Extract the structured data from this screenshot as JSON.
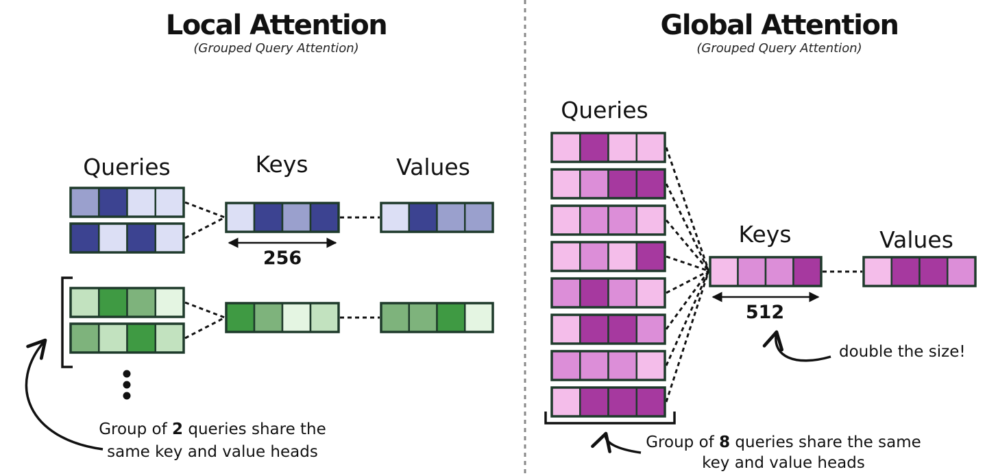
{
  "colors": {
    "blue": [
      "#dcdff5",
      "#9aa0cd",
      "#3c4391"
    ],
    "green": [
      "#e4f5e2",
      "#c2e2bf",
      "#7eb37c",
      "#3f9a43"
    ],
    "pink": [
      "#f4bdea",
      "#dc8ed8",
      "#a6399f"
    ],
    "border": "#1e3a2b",
    "divider": "#888888"
  },
  "local": {
    "title": "Local Attention",
    "subtitle": "(Grouped Query Attention)",
    "queries_label": "Queries",
    "keys_label": "Keys",
    "values_label": "Values",
    "key_size": "256",
    "note": {
      "pre": "Group of ",
      "num": "2",
      "post": " queries share the",
      "line2": "same key and value heads"
    },
    "groups": [
      {
        "palette": "blue",
        "queries": [
          [
            1,
            2,
            0,
            0
          ],
          [
            2,
            0,
            2,
            0
          ]
        ],
        "key": [
          0,
          2,
          1,
          2
        ],
        "value": [
          0,
          2,
          1,
          1
        ]
      },
      {
        "palette": "green",
        "queries": [
          [
            1,
            3,
            2,
            0
          ],
          [
            2,
            1,
            3,
            1
          ]
        ],
        "key": [
          3,
          2,
          0,
          1
        ],
        "value": [
          2,
          2,
          3,
          0
        ]
      }
    ]
  },
  "global": {
    "title": "Global Attention",
    "subtitle": "(Grouped Query Attention)",
    "queries_label": "Queries",
    "keys_label": "Keys",
    "values_label": "Values",
    "key_size": "512",
    "size_note": "double the size!",
    "note": {
      "pre": "Group of ",
      "num": "8",
      "post": " queries share the same",
      "line2": "key and value heads"
    },
    "palette": "pink",
    "queries": [
      [
        0,
        2,
        0,
        0
      ],
      [
        0,
        1,
        2,
        2
      ],
      [
        0,
        1,
        1,
        0
      ],
      [
        0,
        1,
        0,
        2
      ],
      [
        1,
        2,
        1,
        0
      ],
      [
        0,
        2,
        2,
        1
      ],
      [
        1,
        1,
        1,
        0
      ],
      [
        0,
        2,
        2,
        2
      ]
    ],
    "key": [
      0,
      1,
      1,
      2
    ],
    "value": [
      0,
      2,
      2,
      1
    ]
  }
}
